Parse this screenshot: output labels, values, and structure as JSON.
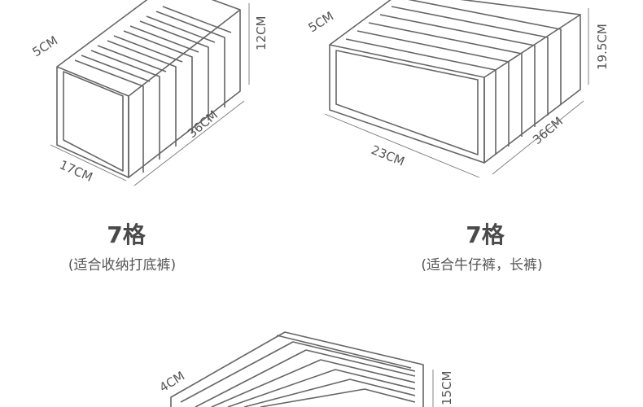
{
  "products": [
    {
      "title": "7格",
      "subtitle": "(适合收纳打底裤)",
      "dims": {
        "top": "5CM",
        "height": "12CM",
        "length": "36CM",
        "width": "17CM"
      }
    },
    {
      "title": "7格",
      "subtitle": "(适合牛仔裤，长裤)",
      "dims": {
        "top": "5CM",
        "height": "19.5CM",
        "length": "36CM",
        "width": "23CM"
      }
    },
    {
      "title": "",
      "subtitle": "",
      "dims": {
        "top": "4CM",
        "height": "15CM"
      }
    }
  ]
}
